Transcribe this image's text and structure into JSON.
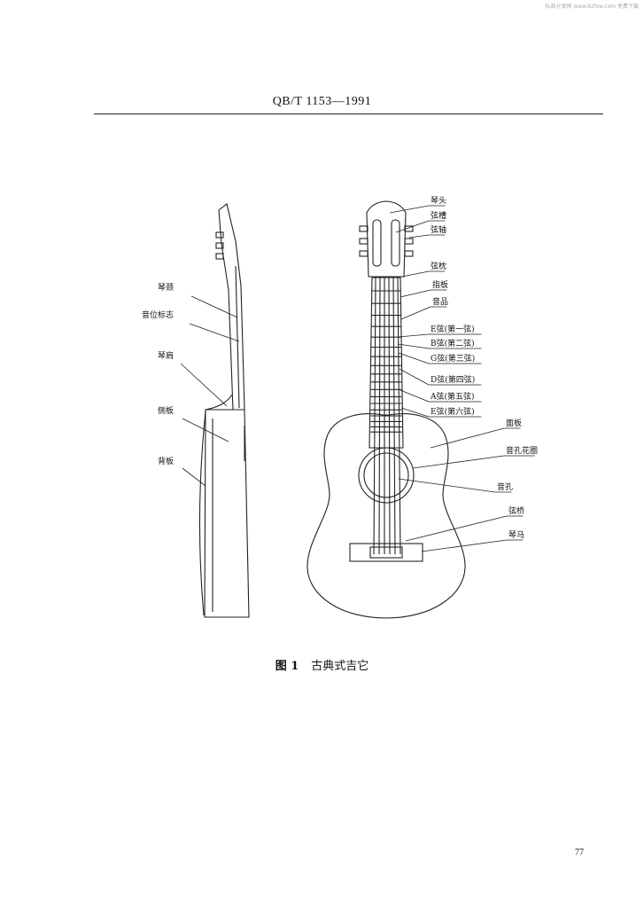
{
  "watermark": "标准分享网 www.bzfxw.com 免费下载",
  "header": {
    "standard_code": "QB/T 1153—1991"
  },
  "figure": {
    "side_labels": [
      "琴颈",
      "音位标志",
      "琴肩",
      "侧板",
      "背板"
    ],
    "front_labels": [
      "琴头",
      "弦槽",
      "弦轴",
      "弦枕",
      "指板",
      "音品",
      "E弦(第一弦)",
      "B弦(第二弦)",
      "G弦(第三弦)",
      "D弦(第四弦)",
      "A弦(第五弦)",
      "E弦(第六弦)",
      "面板",
      "音孔花圈",
      "音孔",
      "弦桥",
      "琴马"
    ]
  },
  "caption": {
    "number": "图 1",
    "title": "古典式吉它"
  },
  "page_number": "77"
}
